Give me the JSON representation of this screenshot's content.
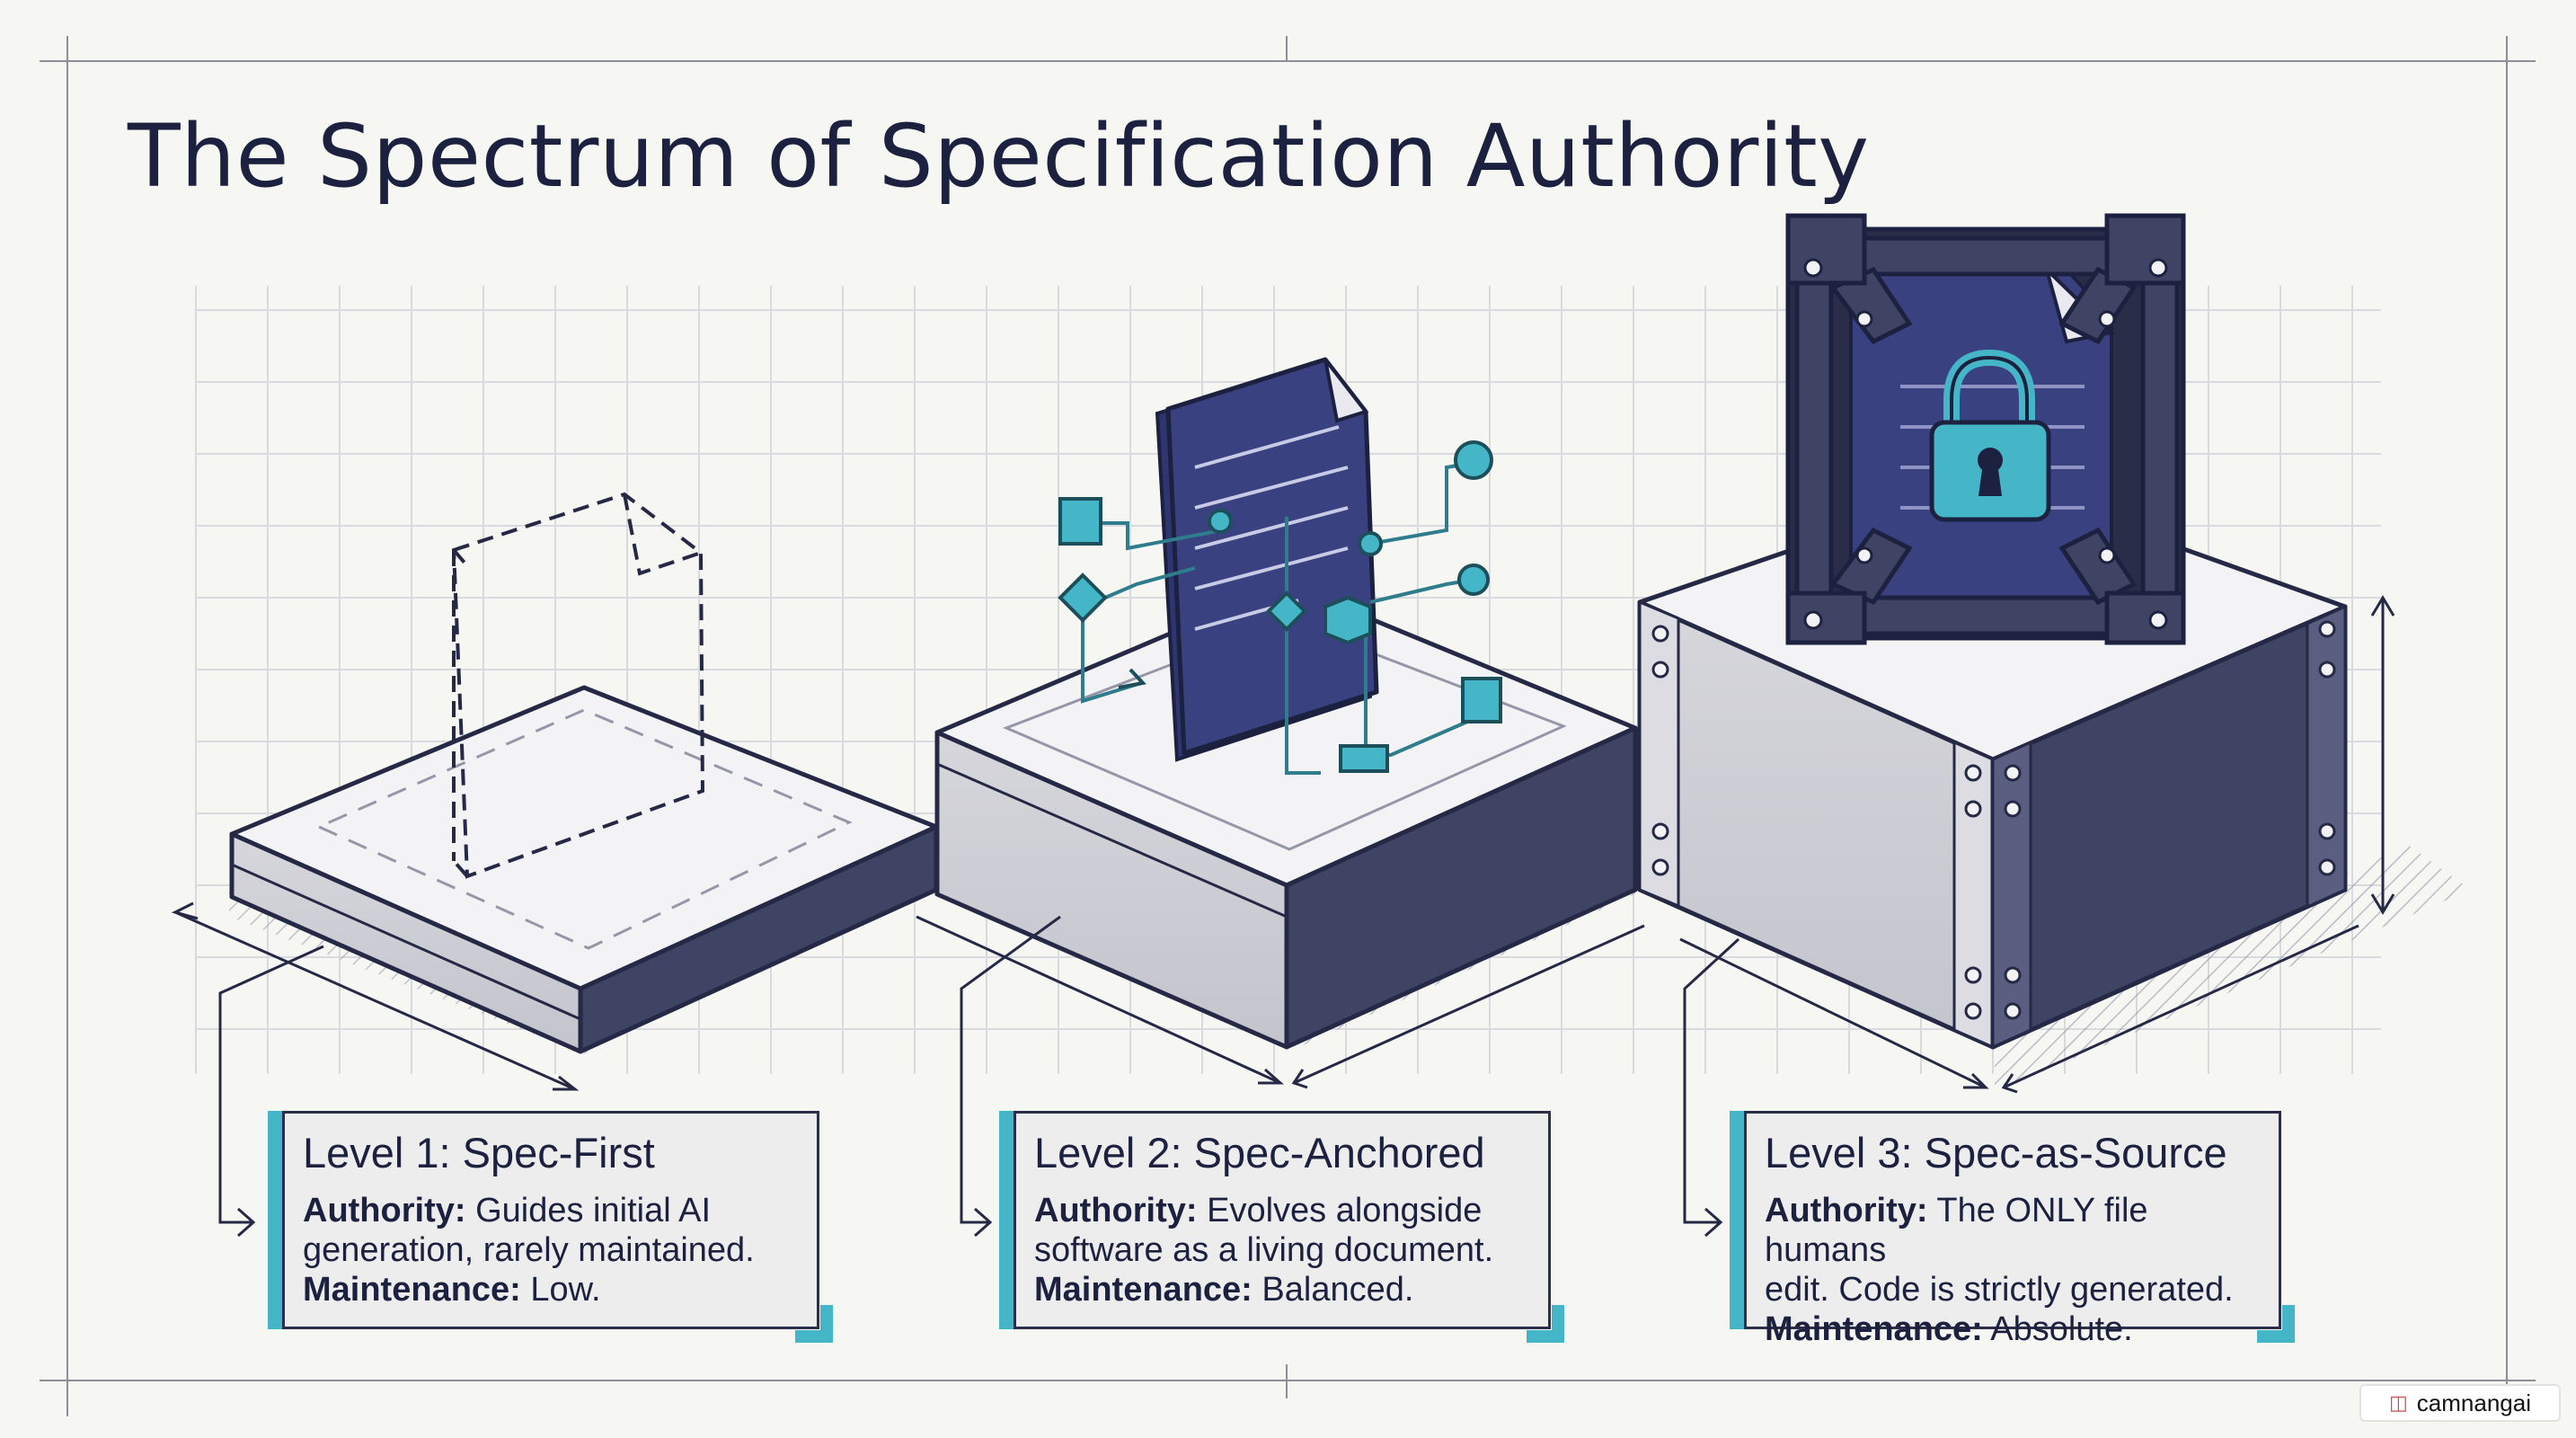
{
  "title": "The Spectrum of Specification Authority",
  "levels": [
    {
      "heading": "Level 1: Spec-First",
      "authority_label": "Authority:",
      "authority_line1": "Guides initial AI",
      "authority_line2": "generation, rarely maintained.",
      "maintenance_label": "Maintenance:",
      "maintenance_value": "Low."
    },
    {
      "heading": "Level 2: Spec-Anchored",
      "authority_label": "Authority:",
      "authority_line1": "Evolves alongside",
      "authority_line2": "software as a living document.",
      "maintenance_label": "Maintenance:",
      "maintenance_value": "Balanced."
    },
    {
      "heading": "Level 3: Spec-as-Source",
      "authority_label": "Authority:",
      "authority_line1": "The ONLY file humans",
      "authority_line2": "edit. Code is strictly generated.",
      "maintenance_label": "Maintenance:",
      "maintenance_value": "Absolute."
    }
  ],
  "watermark": "camnangai",
  "colors": {
    "ink": "#1c2140",
    "navy": "#3a3f7a",
    "teal": "#45b6c8",
    "stone": "#e4e4e8",
    "dark_side": "#4a4e6a"
  }
}
